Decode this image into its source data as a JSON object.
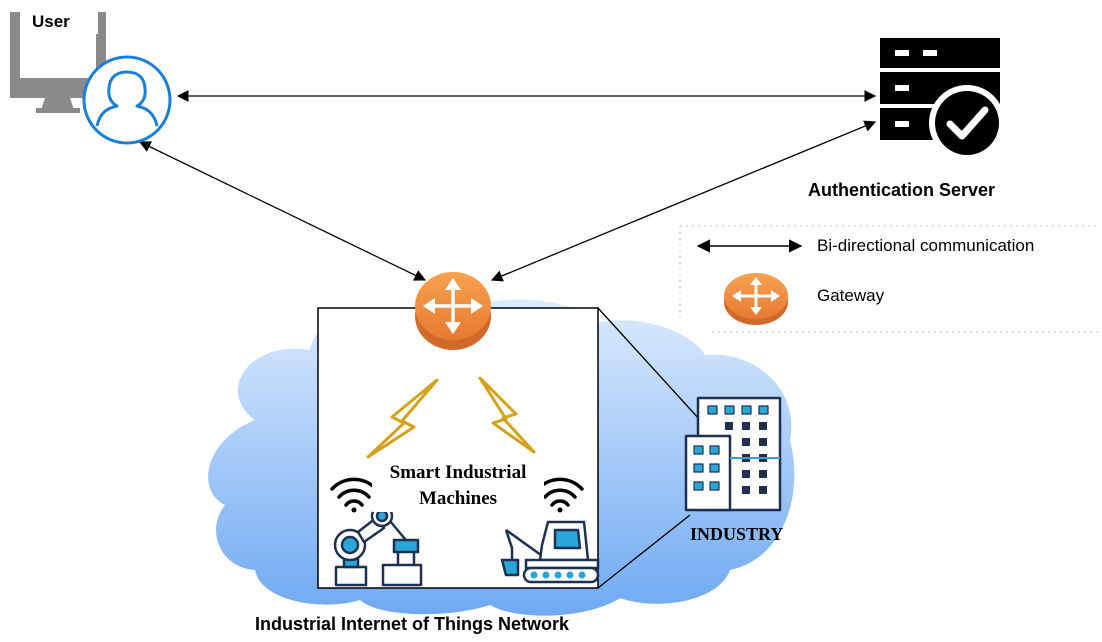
{
  "user": {
    "label": "User"
  },
  "server": {
    "label": "Authentication Server"
  },
  "legend": {
    "bidirectional_label": "Bi-directional communication",
    "gateway_label": "Gateway"
  },
  "machines": {
    "label_line1": "Smart Industrial",
    "label_line2": "Machines"
  },
  "industry": {
    "label": "INDUSTRY"
  },
  "network": {
    "label": "Industrial Internet of Things Network"
  },
  "colors": {
    "gateway_orange": "#f28e45",
    "user_blue": "#1a7fd6",
    "lightning": "#d4a21a",
    "cloud_top": "#d9ebff",
    "cloud_bottom": "#6aaaf5",
    "icon_teal": "#2aa6d8",
    "icon_dark": "#1e3050"
  }
}
